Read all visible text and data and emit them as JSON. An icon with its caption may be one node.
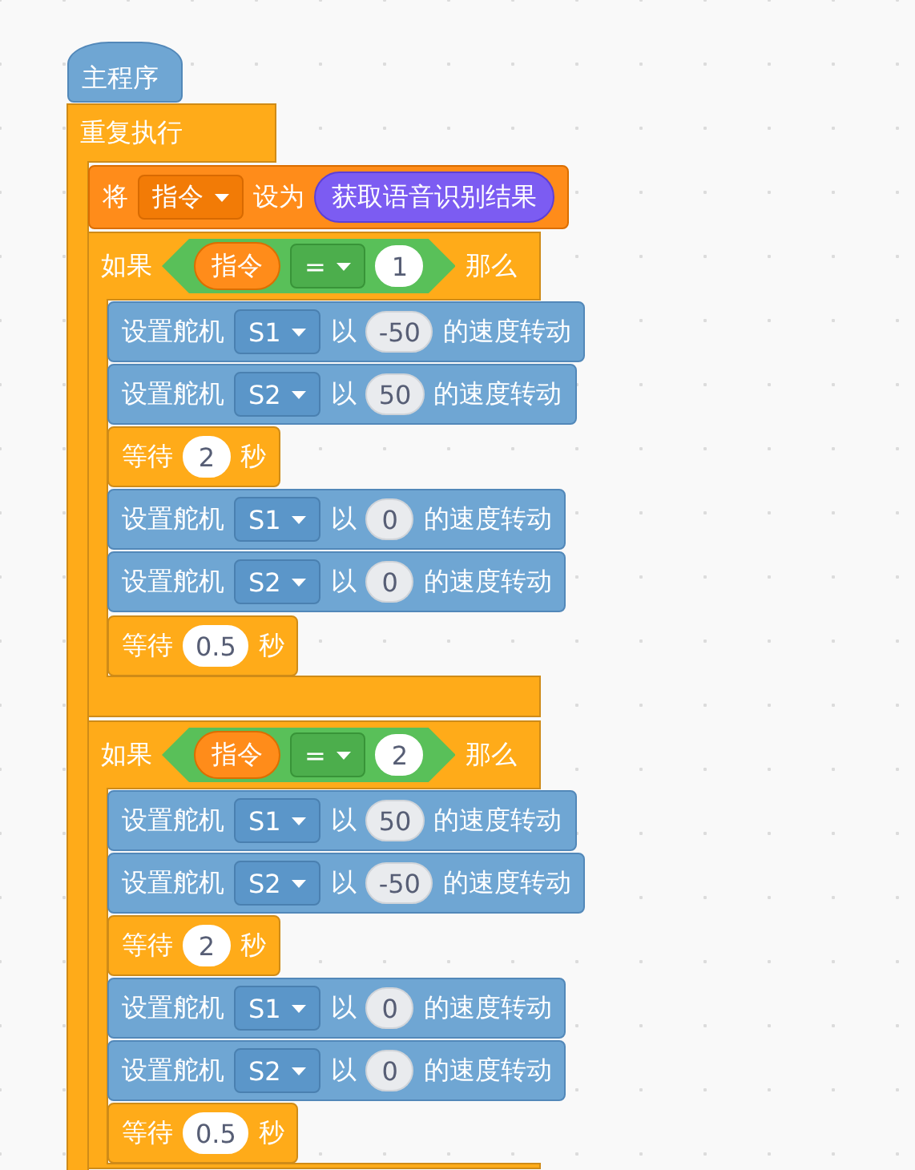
{
  "diagram": {
    "nodes": [
      {
        "text": [
          "主程序"
        ]
      },
      {
        "text": [
          "重复执行"
        ]
      },
      {
        "text": [
          "将",
          "设为"
        ]
      },
      {
        "text": [
          "指令"
        ],
        "in": 2
      },
      {
        "text": [
          "获取语音识别结果"
        ],
        "in": 2
      },
      {
        "text": [
          "如果",
          "那么"
        ]
      },
      {
        "text": [],
        "shape": "hexagon",
        "in": 5
      },
      {
        "text": [
          "指令"
        ],
        "in": 6
      },
      {
        "text": [
          "="
        ],
        "in": 6
      },
      {
        "text": [
          "1"
        ],
        "in": 6
      },
      {
        "text": [
          "设置舵机",
          "以",
          "的速度转动"
        ],
        "in": 5
      },
      {
        "text": [
          "S1"
        ],
        "in": 10
      },
      {
        "text": [
          "-50"
        ],
        "in": 10
      },
      {
        "text": [
          "设置舵机",
          "以",
          "的速度转动"
        ],
        "in": 5
      },
      {
        "text": [
          "S2"
        ],
        "in": 13
      },
      {
        "text": [
          "50"
        ],
        "in": 13
      },
      {
        "text": [
          "等待",
          "秒"
        ],
        "in": 5
      },
      {
        "text": [
          "2"
        ],
        "in": 16
      },
      {
        "text": [
          "设置舵机",
          "以",
          "的速度转动"
        ],
        "in": 5
      },
      {
        "text": [
          "S1"
        ],
        "in": 18
      },
      {
        "text": [
          "0"
        ],
        "in": 18
      },
      {
        "text": [
          "设置舵机",
          "以",
          "的速度转动"
        ],
        "in": 5
      },
      {
        "text": [
          "S2"
        ],
        "in": 21
      },
      {
        "text": [
          "0"
        ],
        "in": 21
      },
      {
        "text": [
          "等待",
          "秒"
        ],
        "in": 5
      },
      {
        "text": [
          "0.5"
        ],
        "in": 24
      },
      {
        "text": [
          "如果",
          "那么"
        ]
      },
      {
        "text": [],
        "shape": "hexagon",
        "in": 26
      },
      {
        "text": [
          "指令"
        ],
        "in": 27
      },
      {
        "text": [
          "="
        ],
        "in": 27
      },
      {
        "text": [
          "2"
        ],
        "in": 27
      },
      {
        "text": [
          "设置舵机",
          "以",
          "的速度转动"
        ],
        "in": 26
      },
      {
        "text": [
          "S1"
        ],
        "in": 31
      },
      {
        "text": [
          "50"
        ],
        "in": 31
      },
      {
        "text": [
          "设置舵机",
          "以",
          "的速度转动"
        ],
        "in": 26
      },
      {
        "text": [
          "S2"
        ],
        "in": 34
      },
      {
        "text": [
          "-50"
        ],
        "in": 34
      },
      {
        "text": [
          "等待",
          "秒"
        ],
        "in": 26
      },
      {
        "text": [
          "2"
        ],
        "in": 37
      },
      {
        "text": [
          "设置舵机",
          "以",
          "的速度转动"
        ],
        "in": 26
      },
      {
        "text": [
          "S1"
        ],
        "in": 39
      },
      {
        "text": [
          "0"
        ],
        "in": 39
      },
      {
        "text": [
          "设置舵机",
          "以",
          "的速度转动"
        ],
        "in": 26
      },
      {
        "text": [
          "S2"
        ],
        "in": 42
      },
      {
        "text": [
          "0"
        ],
        "in": 42
      },
      {
        "text": [
          "等待",
          "秒"
        ],
        "in": 26
      },
      {
        "text": [
          "0.5"
        ],
        "in": 45
      }
    ]
  }
}
